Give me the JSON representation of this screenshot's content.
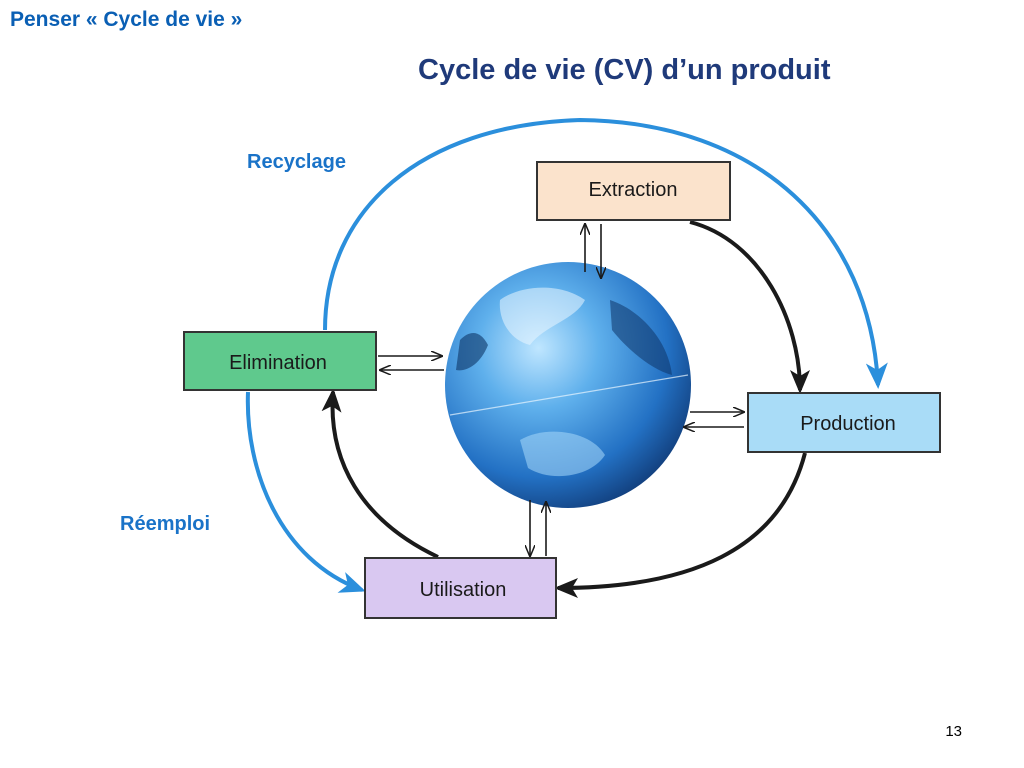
{
  "header": {
    "slide_heading": "Penser « Cycle de vie »",
    "diagram_title": "Cycle de vie (CV) d’un produit",
    "page_number": "13"
  },
  "stages": {
    "extraction": "Extraction",
    "production": "Production",
    "utilisation": "Utilisation",
    "elimination": "Elimination"
  },
  "flows": {
    "recycling": "Recyclage",
    "reuse": "Réemploi"
  },
  "colors": {
    "heading": "#0a5fb4",
    "title": "#1f3a7a",
    "extraction_fill": "#fbe3cc",
    "production_fill": "#a9dcf7",
    "utilisation_fill": "#d9c8f1",
    "elimination_fill": "#5fc98d",
    "loop_arrow": "#2b8fdc",
    "cycle_arrow": "#1a1a1a",
    "globe": "#2f86d6"
  },
  "icons": {
    "center": "earth-globe-icon"
  }
}
